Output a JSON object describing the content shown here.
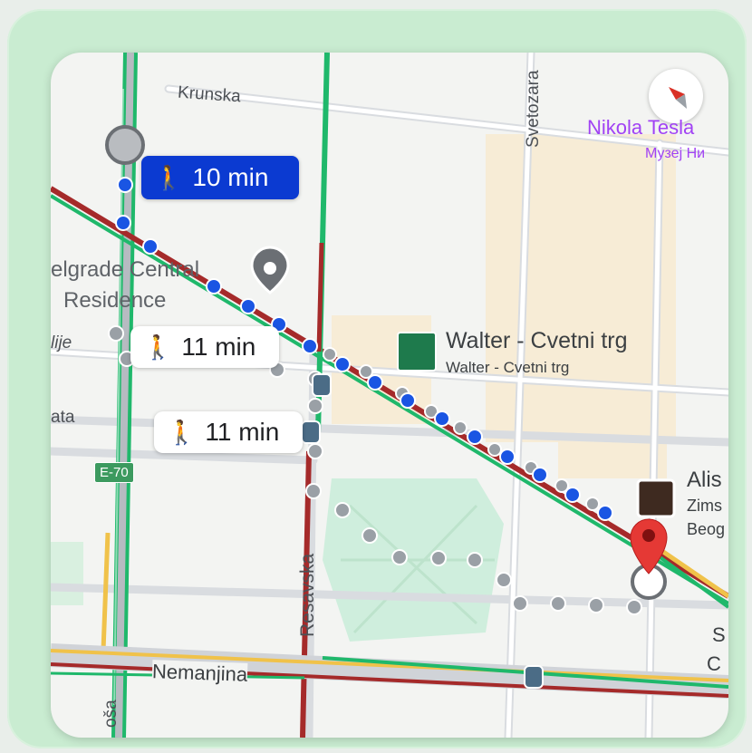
{
  "map": {
    "streets": {
      "krunska": "Krunska",
      "svetozara": "Svetozara",
      "resavska": "Resavska",
      "nemanjina": "Nemanjina",
      "lije": "lije",
      "ata": "ata",
      "osa": "oša"
    },
    "places": {
      "nikola_tesla": "Nikola Tesla",
      "muzej": "Музеј Ни",
      "belgrade_central_line1": "elgrade Central",
      "belgrade_central_line2": "Residence",
      "walter_title": "Walter - Cvetni trg",
      "walter_subtitle": "Walter - Cvetni trg",
      "alis": "Alis",
      "zims": "Zims",
      "beog": "Beog",
      "s_letter": "S",
      "c_letter": "C"
    },
    "highway_shield": "E-70",
    "routes": [
      {
        "time": "10 min",
        "mode": "walk",
        "selected": true
      },
      {
        "time": "11 min",
        "mode": "walk",
        "selected": false
      },
      {
        "time": "11 min",
        "mode": "walk",
        "selected": false
      }
    ],
    "walk_glyph": "🚶",
    "colors": {
      "selected_route": "#1a55e3",
      "alt_route": "#9aa0a6",
      "traffic_green": "#1fb86b",
      "traffic_red": "#a52a2a",
      "park": "#cfeedd",
      "pin": "#e53935",
      "label_bg_selected": "#0b3ad1"
    },
    "icons": [
      "compass-icon",
      "walk-icon",
      "destination-pin-icon",
      "bus-stop-icon",
      "place-marker-icon"
    ]
  }
}
